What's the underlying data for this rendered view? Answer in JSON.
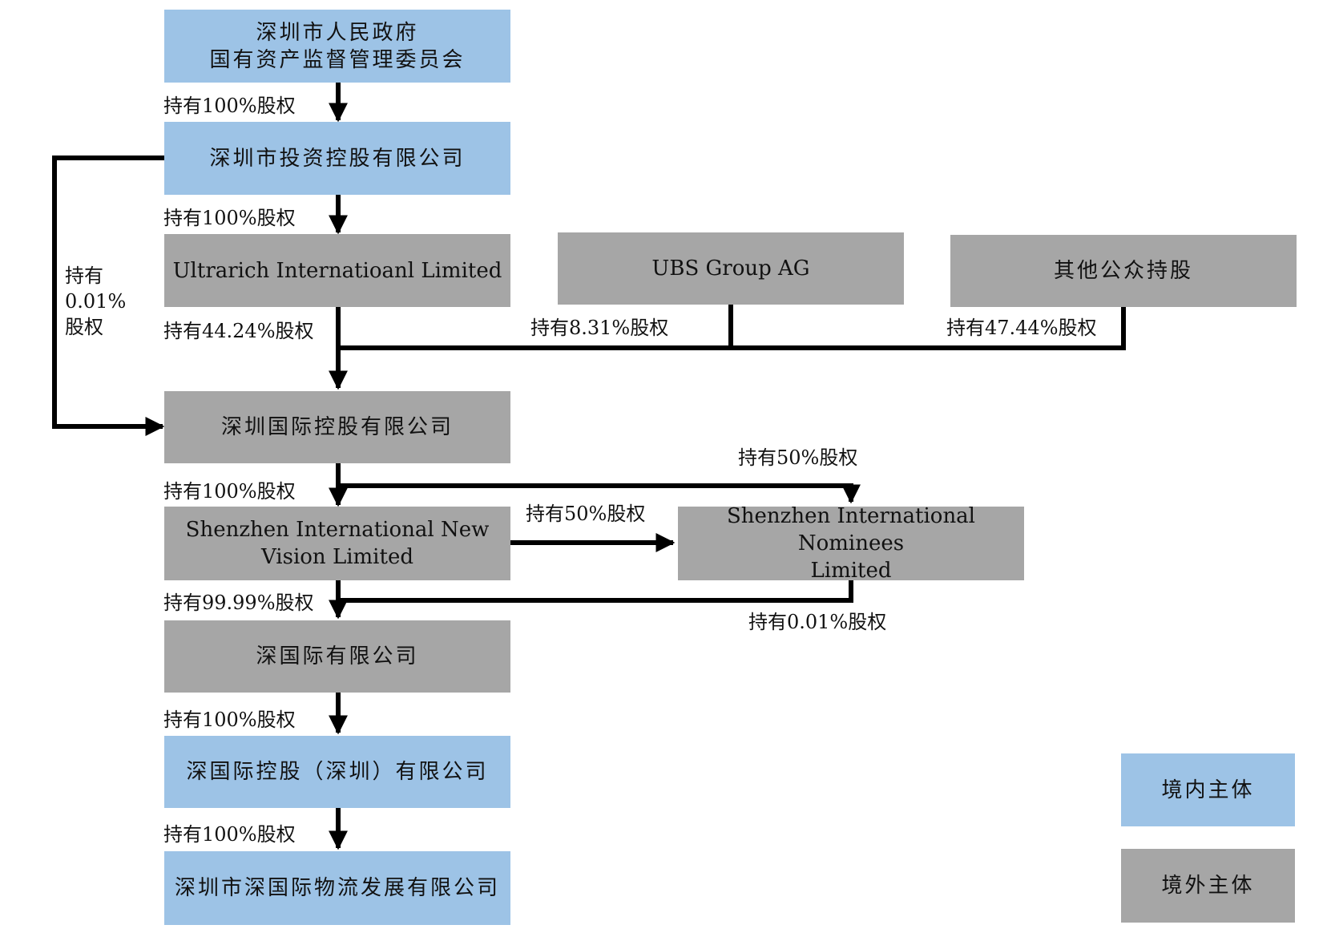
{
  "nodes": {
    "sasac": "深圳市人民政府\n国有资产监督管理委员会",
    "sihc": "深圳市投资控股有限公司",
    "ultrarich": "Ultrarich  Internatioanl  Limited",
    "ubs": "UBS Group AG",
    "public": "其他公众持股",
    "szi": "深圳国际控股有限公司",
    "new_vision": "Shenzhen  International  New\nVision  Limited",
    "nominees": "Shenzhen  International  Nominees\nLimited",
    "sgj": "深国际有限公司",
    "sgj_holdings_sz": "深国际控股（深圳）有限公司",
    "logistics": "深圳市深国际物流发展有限公司"
  },
  "edge_labels": {
    "sasac_to_sihc": "持有100%股权",
    "sihc_to_ultrarich": "持有100%股权",
    "sihc_to_szi": "持有\n0.01%\n股权",
    "ultrarich_to_szi": "持有44.24%股权",
    "ubs_to_szi": "持有8.31%股权",
    "public_to_szi": "持有47.44%股权",
    "szi_to_new_vision": "持有100%股权",
    "szi_to_nominees": "持有50%股权",
    "new_vision_to_nominees": "持有50%股权",
    "new_vision_to_sgj": "持有99.99%股权",
    "nominees_to_sgj": "持有0.01%股权",
    "sgj_to_holdings_sz": "持有100%股权",
    "holdings_sz_to_logistics": "持有100%股权"
  },
  "legend": {
    "domestic": "境内主体",
    "overseas": "境外主体"
  },
  "colors": {
    "domestic": "#9dc3e6",
    "overseas": "#a6a6a6",
    "line": "#000000"
  }
}
